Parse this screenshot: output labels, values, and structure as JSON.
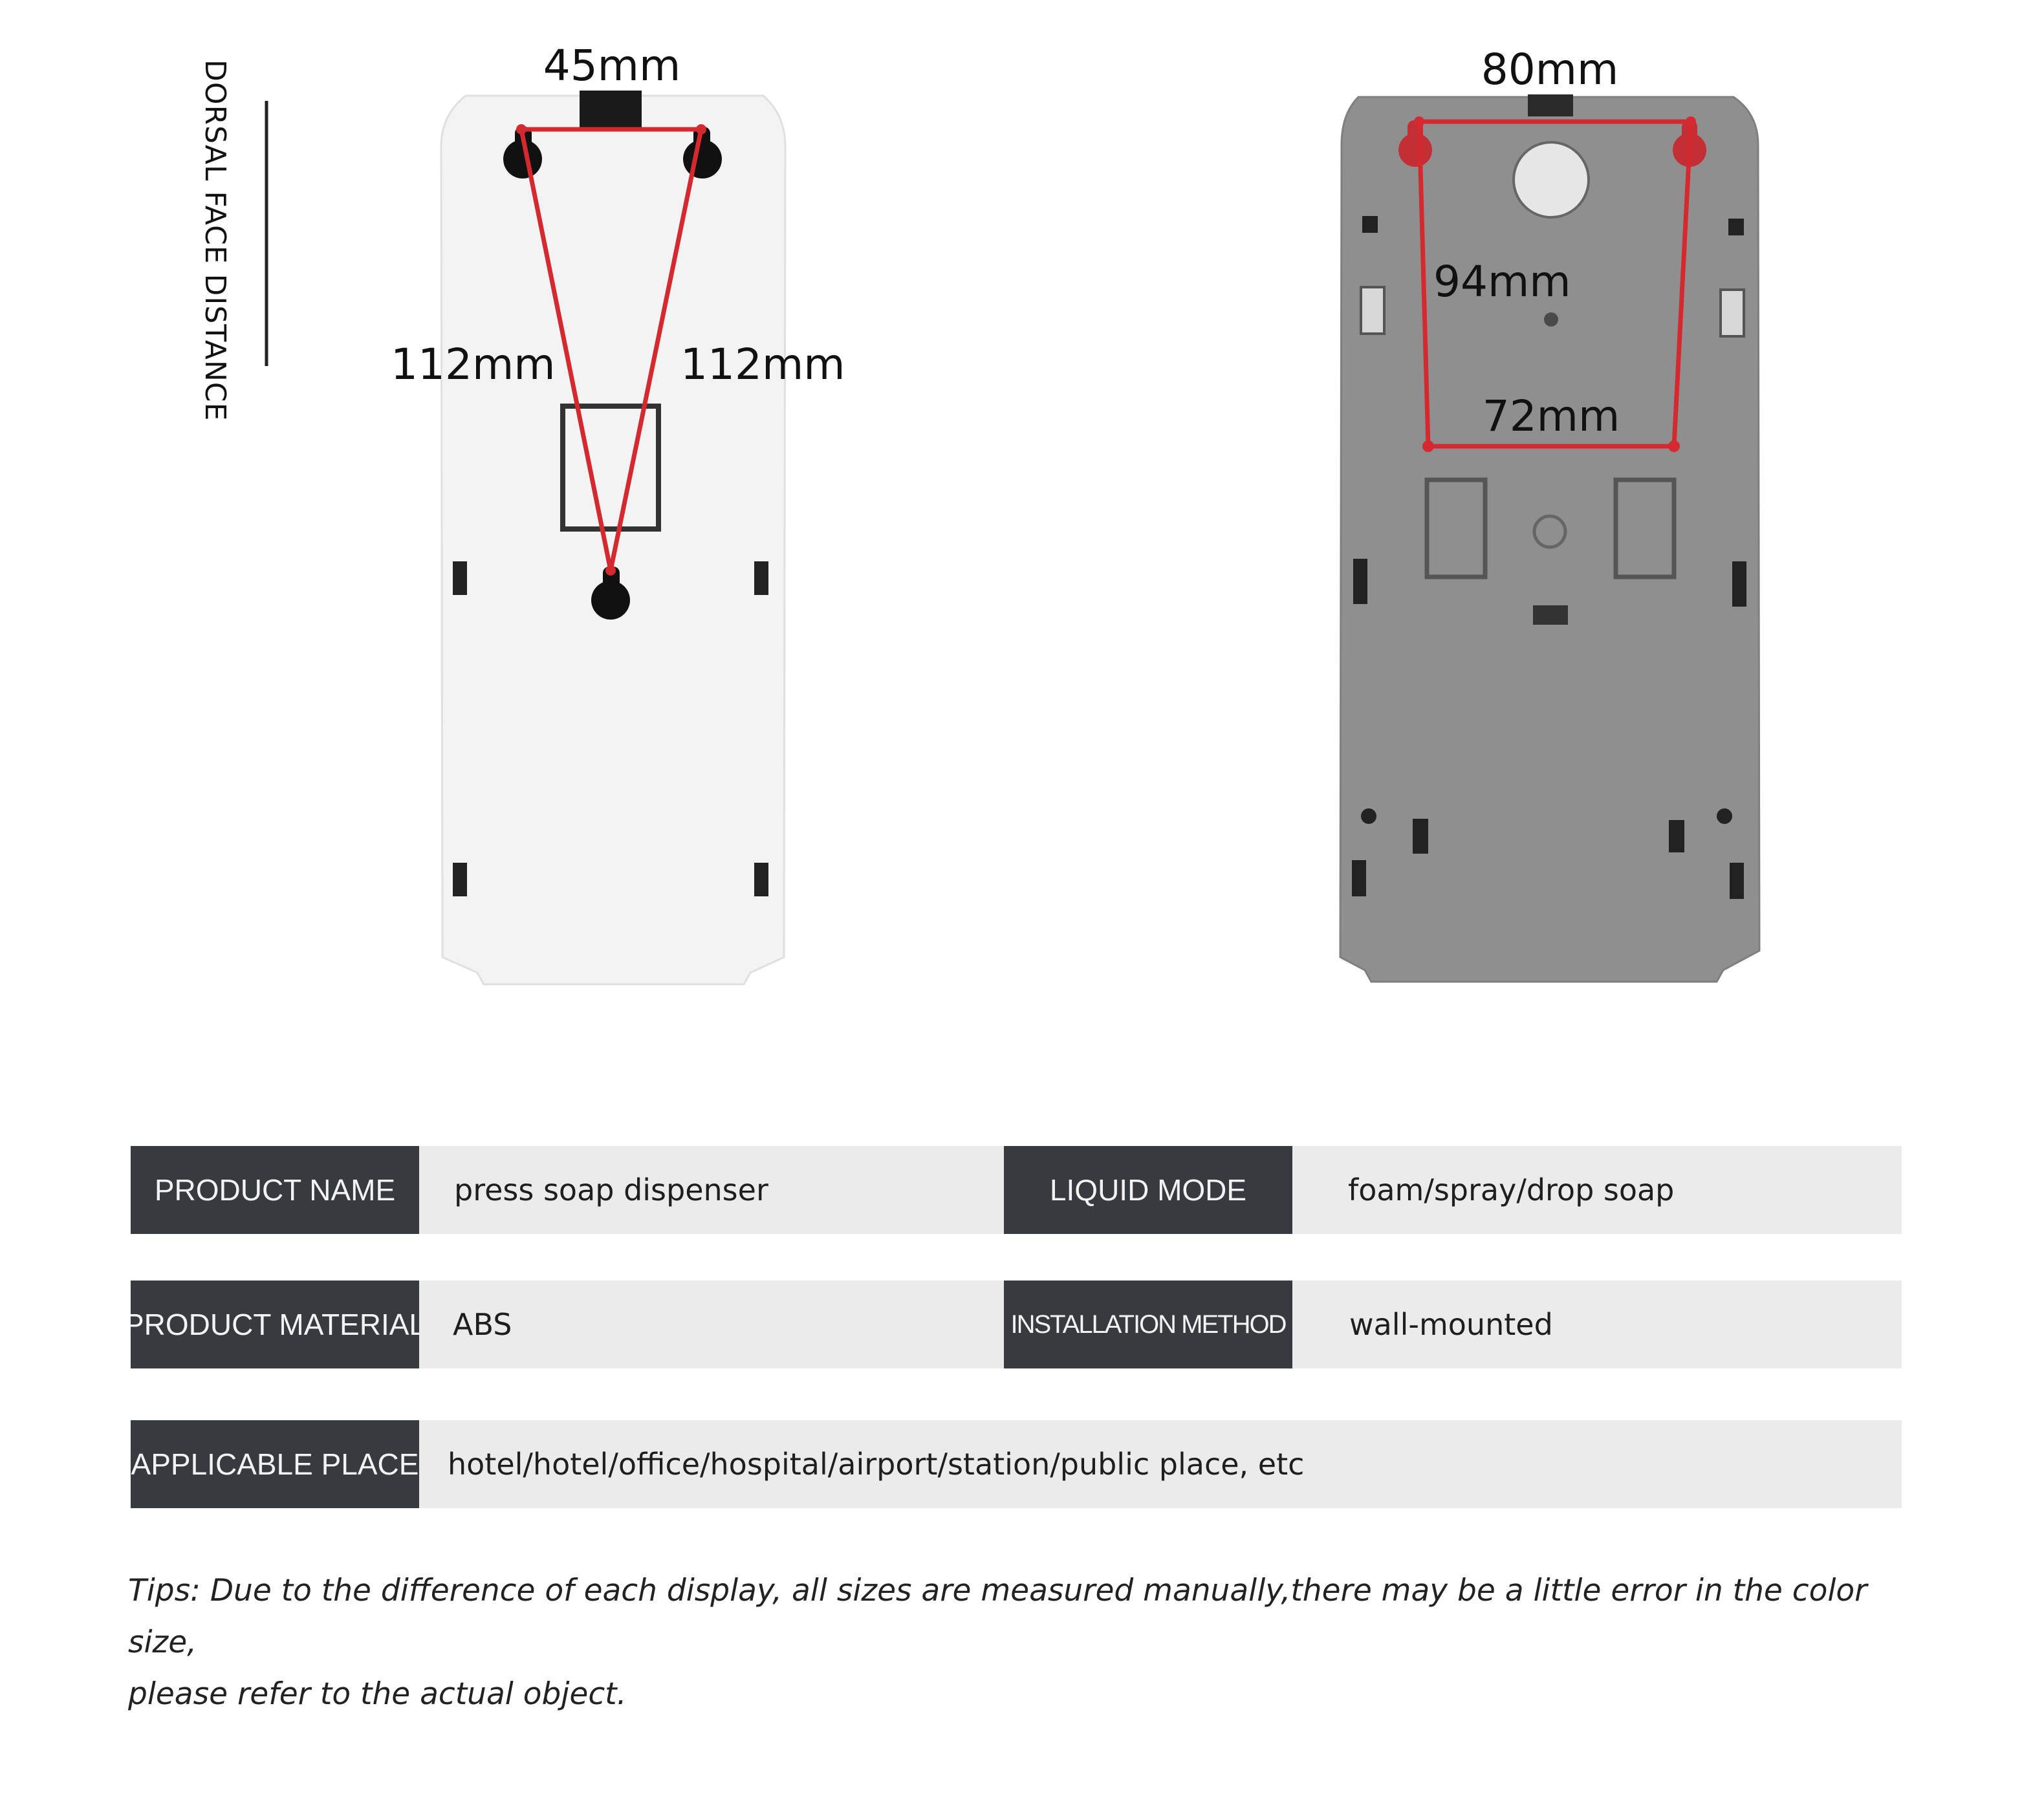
{
  "diagram": {
    "side_label": "DORSAL FACE DISTANCE",
    "left_panel": {
      "top_dim": "45mm",
      "left_dim": "112mm",
      "right_dim": "112mm"
    },
    "right_panel": {
      "top_dim": "80mm",
      "height_dim": "94mm",
      "bottom_dim": "72mm"
    },
    "colors": {
      "measure_line": "#d42a2f",
      "left_body": "#f3f3f3",
      "right_body": "#8f8f8f",
      "mount_hole": "#111111"
    }
  },
  "specs": {
    "product_name": {
      "label": "PRODUCT NAME",
      "value": "press soap dispenser"
    },
    "liquid_mode": {
      "label": "LIQUID MODE",
      "value": "foam/spray/drop soap"
    },
    "product_material": {
      "label": "PRODUCT MATERIAL",
      "value": "ABS"
    },
    "installation_method": {
      "label": "INSTALLATION METHOD",
      "value": "wall-mounted"
    },
    "applicable_place": {
      "label": "APPLICABLE PLACE",
      "value": "hotel/hotel/office/hospital/airport/station/public place, etc"
    }
  },
  "tips": {
    "line1": "Tips: Due to the difference of each display, all sizes are measured manually,there may be a little error in the color size,",
    "line2": "please refer to the actual object."
  }
}
